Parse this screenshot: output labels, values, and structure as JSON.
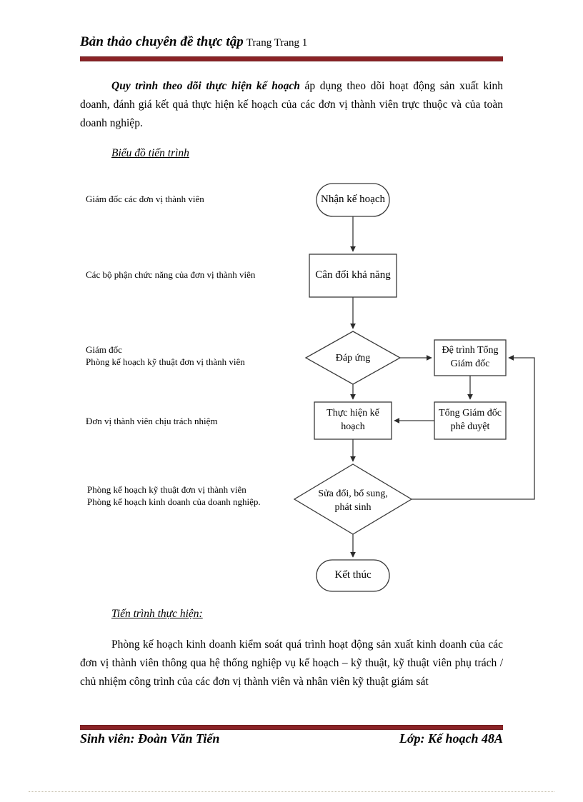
{
  "header": {
    "title": "Bản thảo chuyên đề thực tập",
    "page_marker": "Trang  Trang  1",
    "rule_color": "#8a2326"
  },
  "body": {
    "intro_bold": "Quy trình theo dõi thực hiện kế hoạch",
    "intro_rest": " áp dụng theo dõi hoạt động sản xuất kinh doanh, đánh giá kết quả thực hiện kế hoạch của các đơn vị thành viên trực thuộc và của toàn doanh nghiệp.",
    "subhead_chart": "Biểu đồ tiến trình",
    "subhead_process": "Tiến trình thực hiện:",
    "closing": "Phòng kế hoạch kinh doanh kiểm soát quá trình hoạt động sản xuất kinh doanh của các đơn vị thành viên thông qua hệ thống nghiệp vụ kế hoạch – kỹ thuật, kỹ thuật viên phụ trách / chủ nhiệm công trình của các đơn vị thành viên và nhân viên kỹ thuật giám sát"
  },
  "flowchart": {
    "type": "process-flow",
    "roles": [
      {
        "id": "role-1",
        "lines": [
          "Giám đốc các đơn vị thành viên"
        ]
      },
      {
        "id": "role-2",
        "lines": [
          "Các bộ phận chức năng của đơn vị thành viên"
        ]
      },
      {
        "id": "role-3",
        "lines": [
          "Giám đốc",
          " Phòng kế hoạch  kỹ thuật đơn vị thành viên"
        ]
      },
      {
        "id": "role-4",
        "lines": [
          "Đơn vị thành viên chịu trách nhiệm"
        ]
      },
      {
        "id": "role-5",
        "lines": [
          "Phòng kế hoạch  kỹ thuật đơn vị thành viên",
          "Phòng kế hoạch kinh doanh của doanh nghiệp."
        ]
      }
    ],
    "nodes": [
      {
        "id": "start",
        "shape": "terminator",
        "lines": [
          "Nhận kế hoạch"
        ]
      },
      {
        "id": "balance",
        "shape": "process",
        "lines": [
          "Cân đối khả năng"
        ]
      },
      {
        "id": "meet",
        "shape": "decision",
        "lines": [
          "Đáp ứng"
        ]
      },
      {
        "id": "submit",
        "shape": "process",
        "lines": [
          "Đệ trình Tổng",
          "Giám đốc"
        ]
      },
      {
        "id": "execute",
        "shape": "process",
        "lines": [
          "Thực hiện kế",
          "hoạch"
        ]
      },
      {
        "id": "approve",
        "shape": "process",
        "lines": [
          "Tổng Giám đốc",
          "phê duyệt"
        ]
      },
      {
        "id": "revise",
        "shape": "decision",
        "lines": [
          "Sửa đổi, bổ sung,",
          "phát sinh"
        ]
      },
      {
        "id": "end",
        "shape": "terminator",
        "lines": [
          "Kết thúc"
        ]
      }
    ],
    "edges": [
      {
        "from": "start",
        "to": "balance"
      },
      {
        "from": "balance",
        "to": "meet"
      },
      {
        "from": "meet",
        "to": "submit"
      },
      {
        "from": "meet",
        "to": "execute"
      },
      {
        "from": "submit",
        "to": "approve"
      },
      {
        "from": "approve",
        "to": "execute"
      },
      {
        "from": "execute",
        "to": "revise"
      },
      {
        "from": "revise",
        "to": "submit"
      },
      {
        "from": "revise",
        "to": "end"
      }
    ]
  },
  "footer": {
    "student": "Sinh viên: Đoàn Văn Tiến",
    "class": "Lớp: Kế hoạch 48A"
  }
}
